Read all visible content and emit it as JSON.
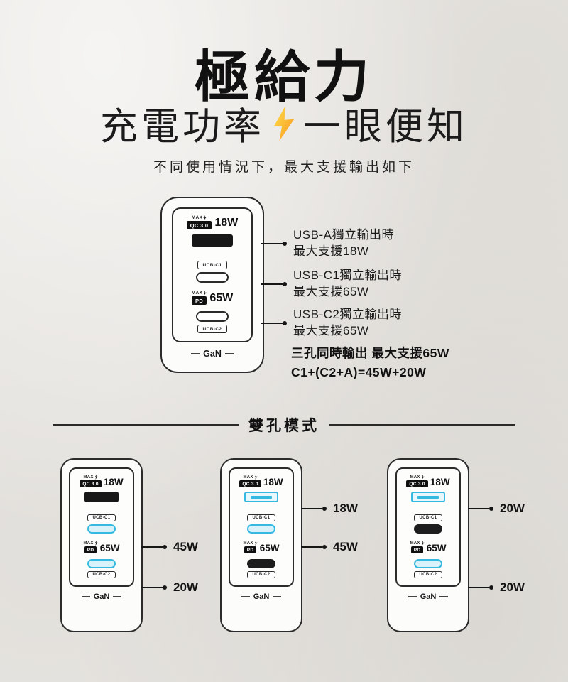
{
  "header": {
    "title": "極給力",
    "subtitle_left": "充電功率",
    "subtitle_right": "一眼便知",
    "description": "不同使用情況下，最大支援輸出如下"
  },
  "charger": {
    "max_label": "MAX",
    "qc_badge": "QC 3.0",
    "a_watt": "18W",
    "c1_label": "UCB-C1",
    "pd_badge": "PD",
    "pd_watt": "65W",
    "c2_label": "UCB-C2",
    "gan_label": "GaN"
  },
  "single_mode": {
    "annotations": [
      {
        "line1": "USB-A獨立輸出時",
        "line2": "最大支援18W"
      },
      {
        "line1": "USB-C1獨立輸出時",
        "line2": "最大支援65W"
      },
      {
        "line1": "USB-C2獨立輸出時",
        "line2": "最大支援65W"
      }
    ],
    "summary_line1": "三孔同時輸出 最大支援65W",
    "summary_line2": "C1+(C2+A)=45W+20W"
  },
  "divider": {
    "label": "雙孔模式"
  },
  "dual_modes": [
    {
      "callouts": [
        {
          "port": "USB-C1",
          "watt": "45W"
        },
        {
          "port": "USB-C2",
          "watt": "20W"
        }
      ]
    },
    {
      "callouts": [
        {
          "port": "USB-A",
          "watt": "18W"
        },
        {
          "port": "USB-C1",
          "watt": "45W"
        }
      ]
    },
    {
      "callouts": [
        {
          "port": "USB-A",
          "watt": "20W"
        },
        {
          "port": "USB-C2",
          "watt": "20W"
        }
      ]
    }
  ],
  "colors": {
    "accent_cyan": "#35b9e0",
    "bolt_yellow": "#ffe14d",
    "bolt_orange": "#f7941d",
    "background": "#e9e7e3"
  }
}
